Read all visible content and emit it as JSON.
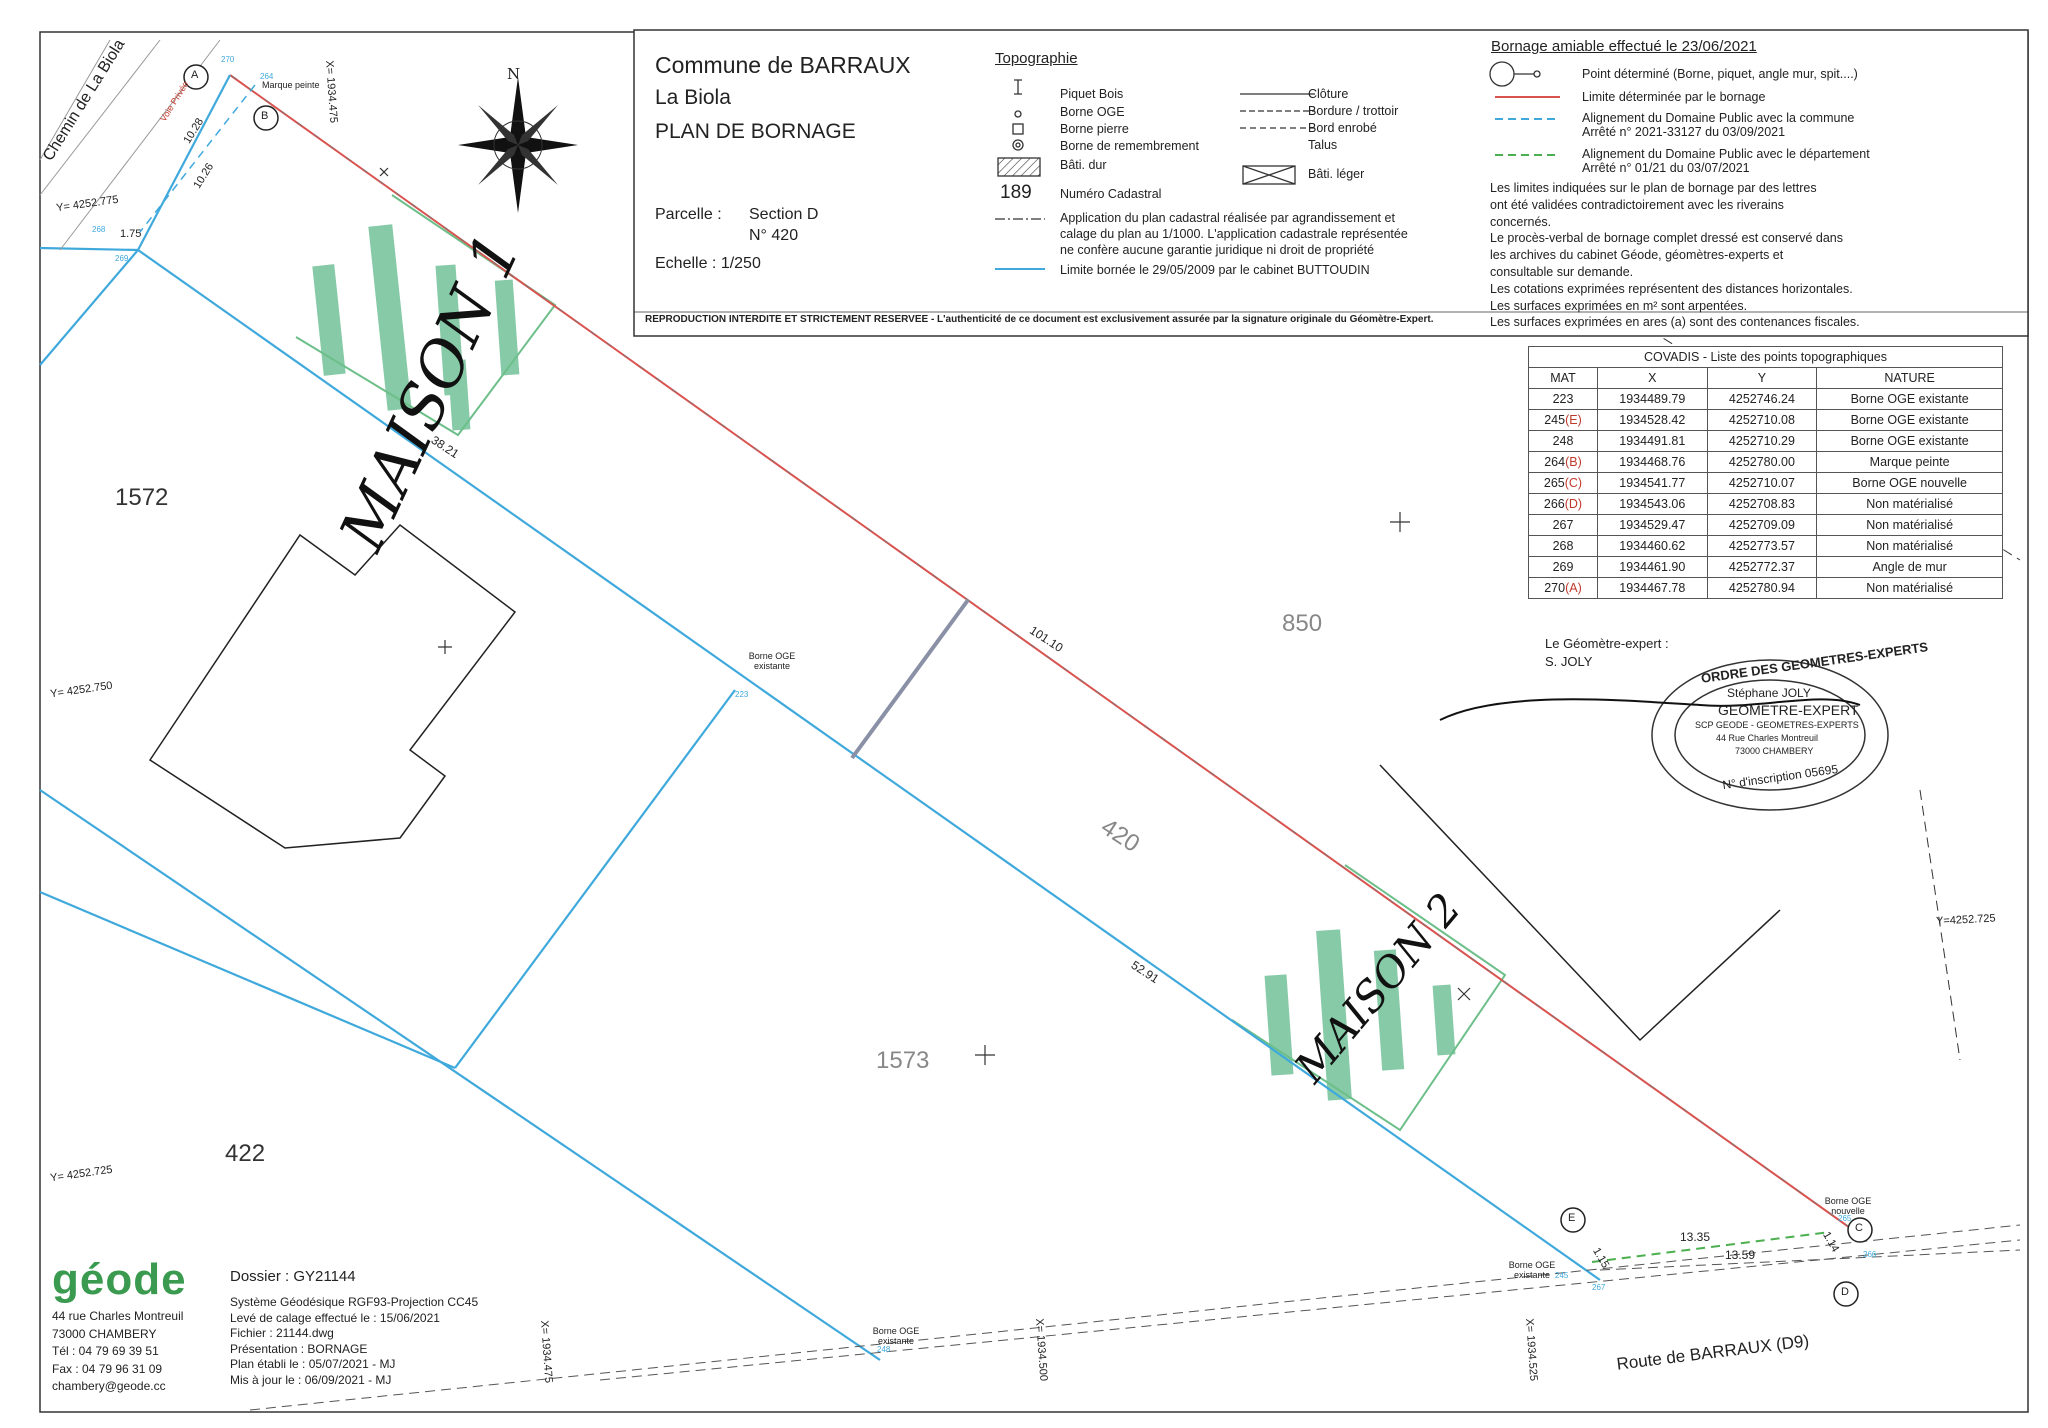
{
  "header": {
    "commune": "Commune de BARRAUX",
    "lieu": "La Biola",
    "plan_title": "PLAN DE BORNAGE",
    "parcelle_label": "Parcelle :",
    "parcelle_section": "Section D",
    "parcelle_num": "N° 420",
    "echelle": "Echelle : 1/250",
    "reproduction": "REPRODUCTION INTERDITE ET STRICTEMENT RESERVEE - L'authenticité de ce document est exclusivement assurée par la signature originale du Géomètre-Expert."
  },
  "topo": {
    "title": "Topographie",
    "items": [
      "Piquet Bois",
      "Borne OGE",
      "Borne pierre",
      "Borne de remembrement",
      "Bâti. dur"
    ],
    "right_items": [
      "Clôture",
      "Bordure / trottoir",
      "Bord enrobé",
      "Talus",
      "Bâti. léger"
    ],
    "num_cadastral_value": "189",
    "num_cadastral_label": "Numéro Cadastral",
    "application_text": [
      "Application du plan cadastral réalisée par agrandissement et",
      "calage du plan au 1/1000. L'application cadastrale représentée",
      "ne confère aucune garantie juridique ni droit de propriété"
    ],
    "limite_bornee": "Limite bornée le 29/05/2009 par le cabinet BUTTOUDIN"
  },
  "bornage": {
    "title": "Bornage amiable effectué le 23/06/2021",
    "point_label": "Point déterminé (Borne, piquet, angle mur, spit....)",
    "limite_label": "Limite déterminée par le bornage",
    "alignement_commune": [
      "Alignement du Domaine Public avec la commune",
      "Arrêté n° 2021-33127 du 03/09/2021"
    ],
    "alignement_dept": [
      "Alignement du Domaine Public avec le département",
      "Arrêté n° 01/21 du 03/07/2021"
    ],
    "notes": [
      "Les limites indiquées sur le plan de bornage par des lettres",
      "ont été validées contradictoirement avec les riverains",
      "concernés.",
      "Le procès-verbal de bornage complet dressé est conservé dans",
      "les archives du cabinet Géode, géomètres-experts et",
      "consultable sur demande.",
      "Les cotations exprimées représentent des distances horizontales.",
      "Les surfaces exprimées en m² sont arpentées.",
      "Les surfaces exprimées en ares (a) sont des contenances fiscales."
    ]
  },
  "covadis": {
    "title": "COVADIS - Liste des points topographiques",
    "headers": [
      "MAT",
      "X",
      "Y",
      "NATURE"
    ],
    "rows": [
      {
        "mat": "223",
        "letter": "",
        "x": "1934489.79",
        "y": "4252746.24",
        "nature": "Borne OGE existante"
      },
      {
        "mat": "245",
        "letter": "(E)",
        "x": "1934528.42",
        "y": "4252710.08",
        "nature": "Borne OGE existante"
      },
      {
        "mat": "248",
        "letter": "",
        "x": "1934491.81",
        "y": "4252710.29",
        "nature": "Borne OGE existante"
      },
      {
        "mat": "264",
        "letter": "(B)",
        "x": "1934468.76",
        "y": "4252780.00",
        "nature": "Marque peinte"
      },
      {
        "mat": "265",
        "letter": "(C)",
        "x": "1934541.77",
        "y": "4252710.07",
        "nature": "Borne OGE nouvelle"
      },
      {
        "mat": "266",
        "letter": "(D)",
        "x": "1934543.06",
        "y": "4252708.83",
        "nature": "Non matérialisé"
      },
      {
        "mat": "267",
        "letter": "",
        "x": "1934529.47",
        "y": "4252709.09",
        "nature": "Non matérialisé"
      },
      {
        "mat": "268",
        "letter": "",
        "x": "1934460.62",
        "y": "4252773.57",
        "nature": "Non matérialisé"
      },
      {
        "mat": "269",
        "letter": "",
        "x": "1934461.90",
        "y": "4252772.37",
        "nature": "Angle de mur"
      },
      {
        "mat": "270",
        "letter": "(A)",
        "x": "1934467.78",
        "y": "4252780.94",
        "nature": "Non matérialisé"
      }
    ]
  },
  "geometre": {
    "label": "Le Géomètre-expert :",
    "name": "S. JOLY",
    "stamp_ring_top": "ORDRE DES GEOMETRES-EXPERTS",
    "stamp_name": "Stéphane JOLY",
    "stamp_role": "GEOMETRE-EXPERT",
    "stamp_firm": "SCP GEODE - GEOMETRES-EXPERTS",
    "stamp_addr": "44 Rue Charles Montreuil",
    "stamp_city": "73000 CHAMBERY",
    "stamp_inscription": "N° d'inscription 05695"
  },
  "map": {
    "parcels": [
      "1572",
      "850",
      "420",
      "1573",
      "422"
    ],
    "road_name": "Route de BARRAUX (D9)",
    "chemin_name": "Chemin de La Biola",
    "chemin_sub": "Voie Privée",
    "coords": [
      "Y= 4252.775",
      "Y= 4252.750",
      "Y= 4252.725",
      "Y=4252.725",
      "X= 1934.475",
      "X= 1934.475",
      "X= 1934.500",
      "X= 1934.525"
    ],
    "dims": [
      "101.10",
      "38.21",
      "52.91",
      "13.35",
      "13.59",
      "10.28",
      "10.26",
      "1.75",
      "1.15",
      "1.14"
    ],
    "point_letters": [
      "A",
      "B",
      "C",
      "D",
      "E"
    ],
    "labels": {
      "marque_peinte": "Marque peinte",
      "borne_existante_1": "Borne OGE existante",
      "borne_existante_2": "Borne OGE existante",
      "borne_existante_3": "Borne OGE existante",
      "borne_nouvelle": "Borne OGE nouvelle",
      "north": "N",
      "maison1": "MAISON 1",
      "maison2": "MAISON 2"
    },
    "point_ids": [
      "270",
      "264",
      "268",
      "269",
      "223",
      "245",
      "267",
      "265",
      "266",
      "248"
    ]
  },
  "footer": {
    "logo": "géode",
    "address": [
      "44 rue Charles Montreuil",
      "73000 CHAMBERY",
      "Tél : 04 79 69 39 51",
      "Fax : 04 79 96 31 09",
      "chambery@geode.cc"
    ],
    "dossier": "Dossier : GY21144",
    "lines": [
      "Système Géodésique RGF93-Projection CC45",
      "Levé de calage effectué le : 15/06/2021",
      "Fichier : 21144.dwg",
      "Présentation : BORNAGE",
      "Plan établi le : 05/07/2021 - MJ",
      "Mis à jour le : 06/09/2021 - MJ"
    ]
  },
  "colors": {
    "red_limit": "#d9534f",
    "blue_limit": "#3fa9dc",
    "green_hatch": "#5fb98a",
    "green_dash": "#4caf50",
    "logo_green": "#3a9a4f"
  }
}
